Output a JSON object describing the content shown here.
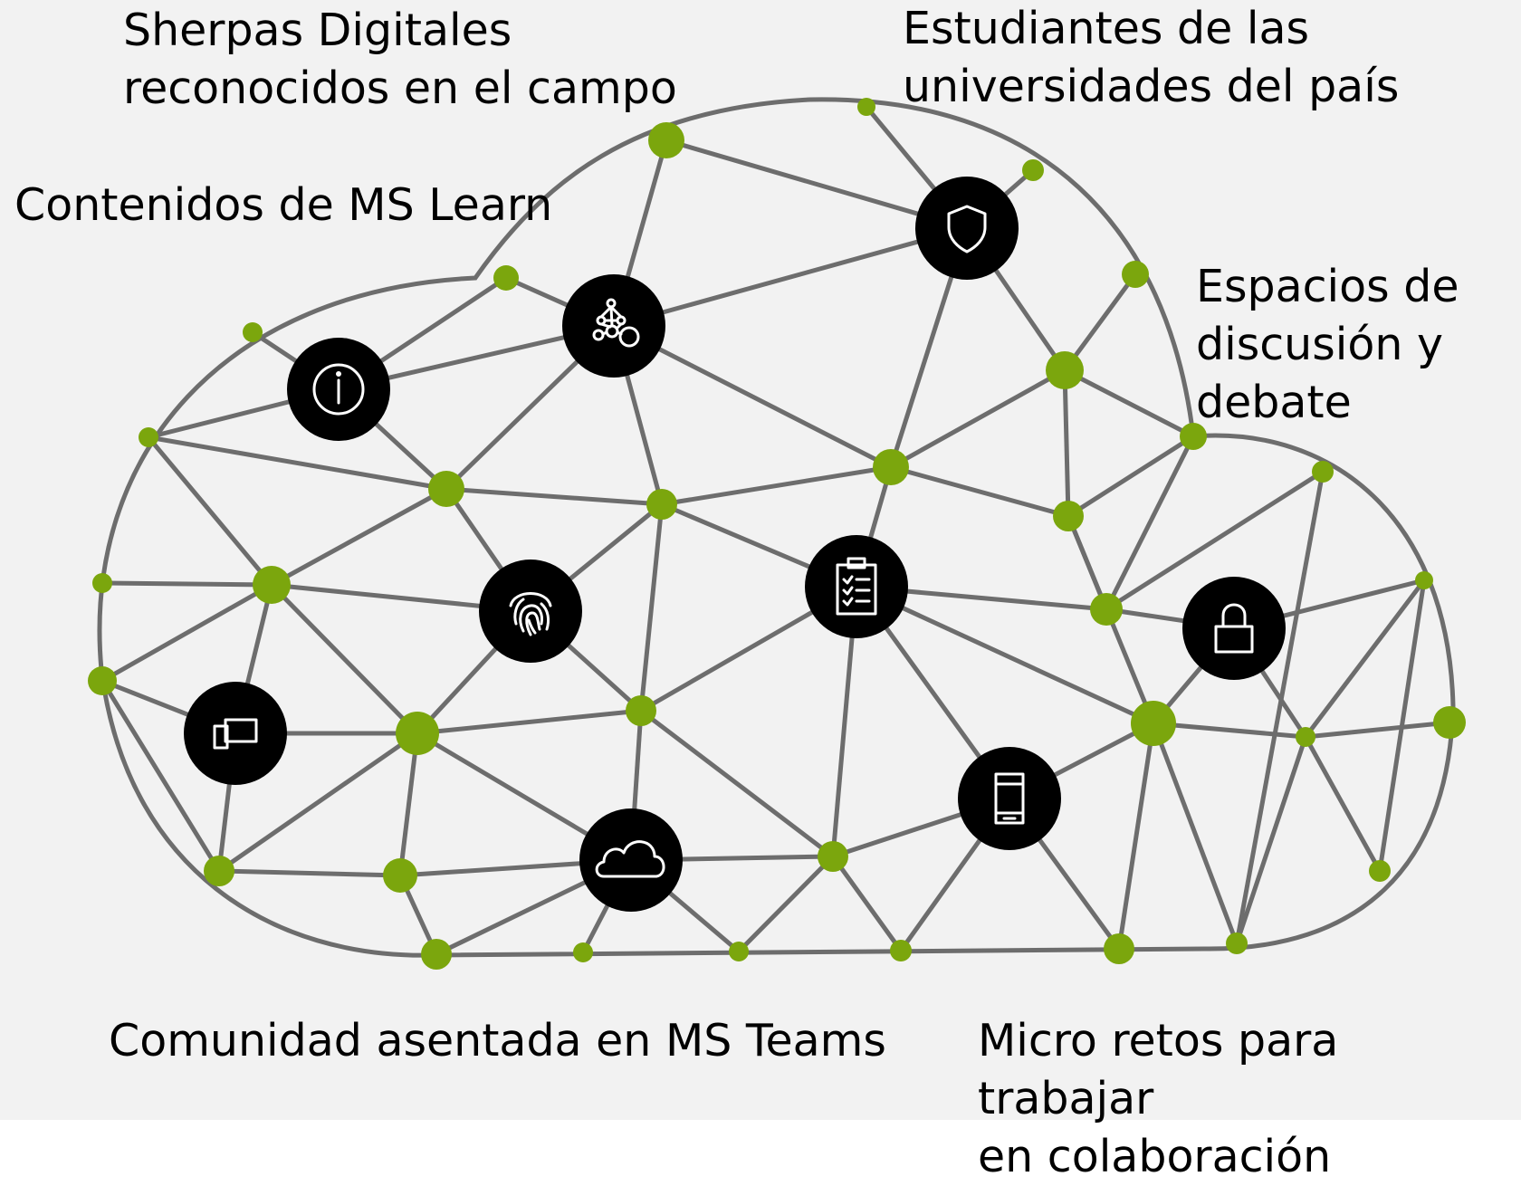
{
  "labels": {
    "sherpas": "Sherpas Digitales\nreconocidos en el campo",
    "ms_learn": "Contenidos de MS Learn",
    "estudiantes": "Estudiantes de las\nuniversidades del país",
    "espacios": "Espacios de\ndiscusión y\ndebate",
    "comunidad": "Comunidad asentada en MS Teams",
    "micro_retos": "Micro retos para trabajar\nen colaboración"
  },
  "icons": [
    "shield-icon",
    "network-nodes-icon",
    "info-icon",
    "fingerprint-icon",
    "clipboard-checklist-icon",
    "lock-icon",
    "devices-icon",
    "smartphone-icon",
    "cloud-icon"
  ],
  "colors": {
    "background": "#f2f2f2",
    "node": "#7ba60d",
    "line": "#6d6d6d",
    "icon_circle": "#000000",
    "icon_glyph": "#ffffff"
  }
}
